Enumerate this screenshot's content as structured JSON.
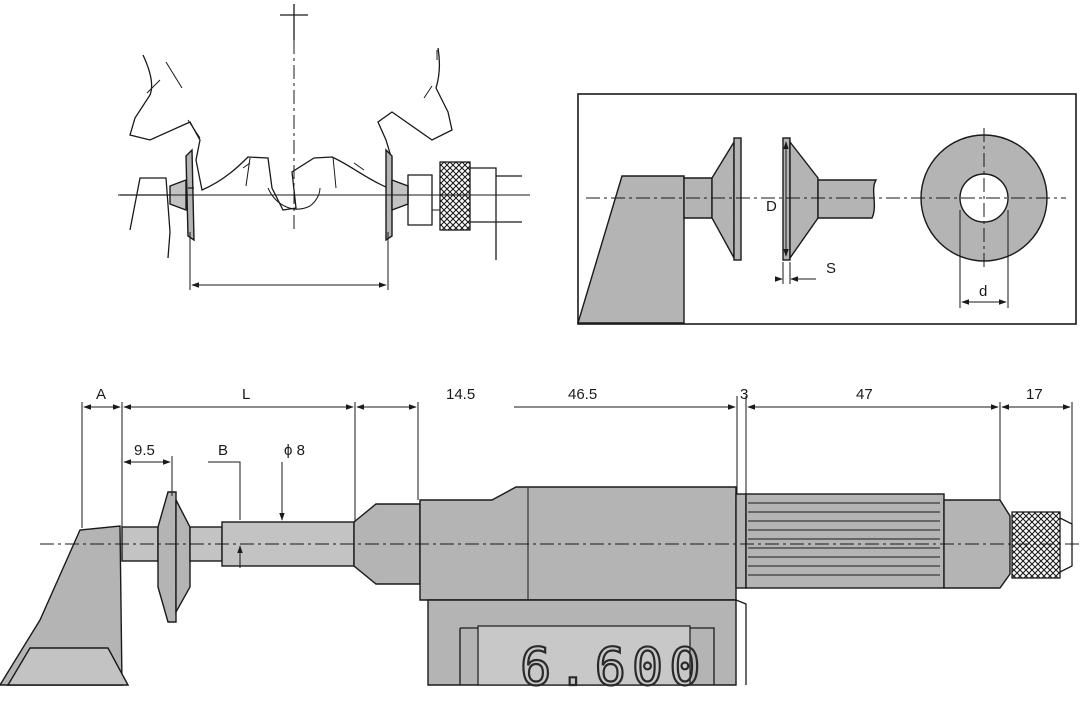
{
  "labels": {
    "dim_a": "A",
    "dim_l": "L",
    "dim_14_5": "14.5",
    "dim_46_5": "46.5",
    "dim_3": "3",
    "dim_47": "47",
    "dim_17": "17",
    "dim_9_5": "9.5",
    "dim_b": "B",
    "dim_phi8": "ϕ 8",
    "dim_d_upper": "D",
    "dim_s": "S",
    "dim_d_lower": "d"
  },
  "display": {
    "lcd_value": "6.600"
  },
  "colors": {
    "body_fill": "#b4b4b4",
    "line": "#1a1a1a"
  }
}
